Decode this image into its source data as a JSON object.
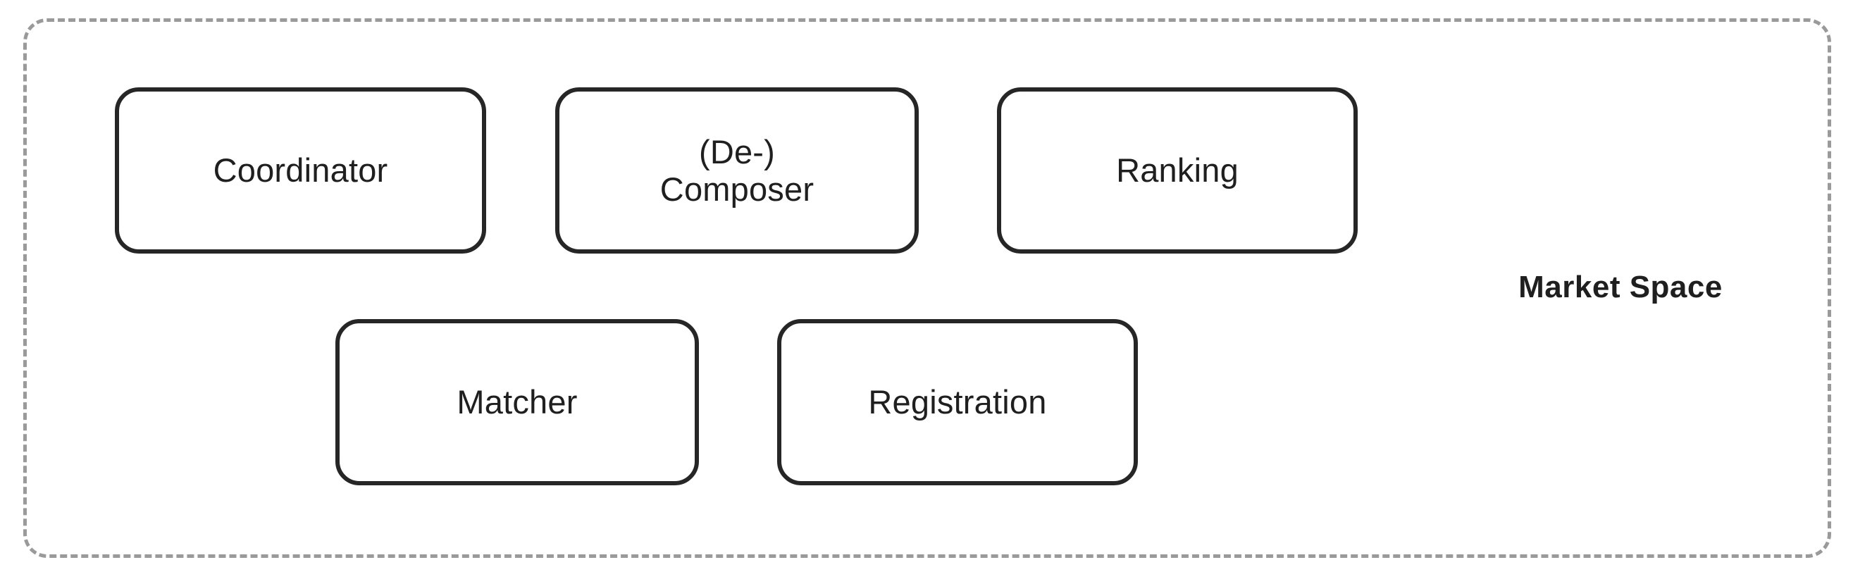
{
  "diagram": {
    "title": "Market Space",
    "container": {
      "label": "Market Space",
      "border_style": "dashed",
      "border_color": "#9a9a9a"
    },
    "box_border_color": "#262626",
    "text_color": "#1f1f1f",
    "background_color": "#ffffff",
    "rows": [
      {
        "name": "top-row",
        "boxes": [
          {
            "id": "coordinator",
            "label": "Coordinator"
          },
          {
            "id": "decomposer",
            "label": "(De-)\nComposer"
          },
          {
            "id": "ranking",
            "label": "Ranking"
          }
        ]
      },
      {
        "name": "bottom-row",
        "boxes": [
          {
            "id": "matcher",
            "label": "Matcher"
          },
          {
            "id": "registration",
            "label": "Registration"
          }
        ]
      }
    ]
  }
}
